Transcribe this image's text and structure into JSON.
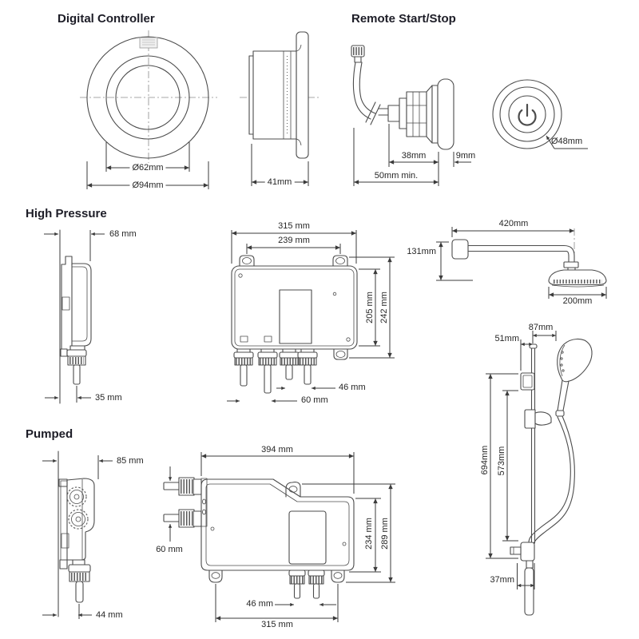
{
  "diagram": {
    "colors": {
      "line": "#4c4c4c",
      "dimension": "#3b3b3b",
      "text": "#262626",
      "title": "#1d1d27",
      "background": "#ffffff"
    },
    "digital_controller": {
      "title": "Digital Controller",
      "front": {
        "inner_dia": "Ø62mm",
        "outer_dia": "Ø94mm"
      },
      "side": {
        "depth": "41mm"
      }
    },
    "remote_start_stop": {
      "title": "Remote Start/Stop",
      "side": {
        "body_depth": "38mm",
        "bezel_depth": "9mm",
        "min_clearance": "50mm min."
      },
      "front": {
        "dia": "Ø48mm"
      }
    },
    "high_pressure": {
      "title": "High Pressure",
      "side": {
        "depth": "68 mm",
        "outlet_offset": "35 mm"
      },
      "front": {
        "width": "315 mm",
        "fixing_centres": "239 mm",
        "body_height": "205 mm",
        "overall_height": "242 mm",
        "outlet_46": "46 mm",
        "outlet_60": "60 mm"
      }
    },
    "fixed_head": {
      "arm_length": "420mm",
      "drop": "131mm",
      "head_dia": "200mm"
    },
    "slide_rail": {
      "handset_offset": "87mm",
      "bracket_offset": "51mm",
      "overall_length": "694mm",
      "fixing_centres": "573mm",
      "outlet_offset": "37mm"
    },
    "pumped": {
      "title": "Pumped",
      "side": {
        "depth": "85 mm",
        "outlet_offset": "44 mm",
        "inlet_spacing": "60 mm"
      },
      "front": {
        "width": "394 mm",
        "body_height": "234 mm",
        "overall_height": "289 mm",
        "outlet_spacing": "46 mm",
        "fixing_centres": "315 mm"
      }
    }
  }
}
